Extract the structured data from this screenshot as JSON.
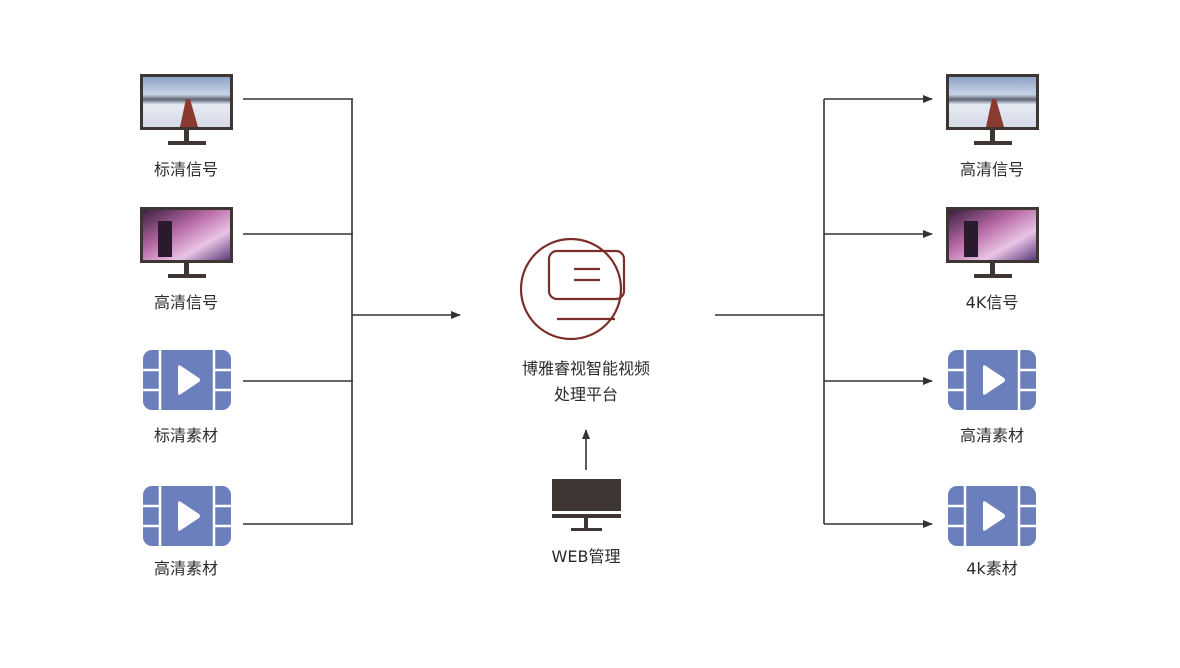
{
  "inputs": [
    {
      "label": "标清信号",
      "icon": "monitor-snow-icon"
    },
    {
      "label": "高清信号",
      "icon": "monitor-concert-icon"
    },
    {
      "label": "标清素材",
      "icon": "video-film-icon"
    },
    {
      "label": "高清素材",
      "icon": "video-film-icon"
    }
  ],
  "outputs": [
    {
      "label": "高清信号",
      "icon": "monitor-snow-icon"
    },
    {
      "label": "4K信号",
      "icon": "monitor-concert-icon"
    },
    {
      "label": "高清素材",
      "icon": "video-film-icon"
    },
    {
      "label": "4k素材",
      "icon": "video-film-icon"
    }
  ],
  "platform": {
    "line1": "博雅睿视智能视频",
    "line2": "处理平台"
  },
  "management": {
    "label": "WEB管理"
  },
  "colors": {
    "line": "#333333",
    "platform": "#7a2e2a",
    "film": "#6b7fbc",
    "monitor": "#3d3633"
  }
}
